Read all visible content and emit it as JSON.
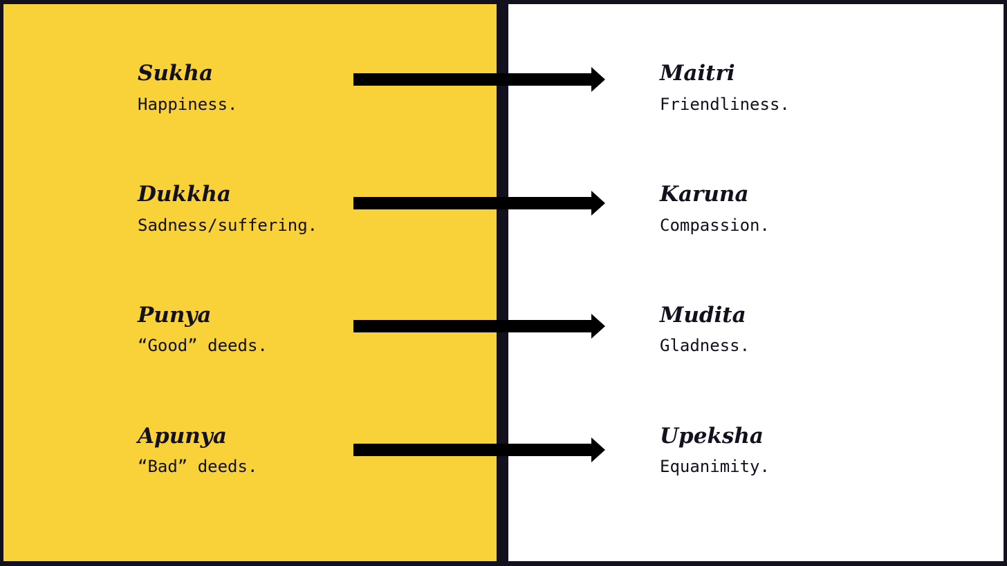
{
  "colors": {
    "frame": "#12111d",
    "left_panel": "#f9d138",
    "right_panel": "#ffffff",
    "text": "#12111d",
    "arrow": "#000000"
  },
  "rows": [
    {
      "left": {
        "term": "Sukha",
        "meaning": "Happiness."
      },
      "right": {
        "term": "Maitri",
        "meaning": "Friendliness."
      }
    },
    {
      "left": {
        "term": "Dukkha",
        "meaning": "Sadness/suffering."
      },
      "right": {
        "term": "Karuna",
        "meaning": "Compassion."
      }
    },
    {
      "left": {
        "term": "Punya",
        "meaning": "“Good” deeds."
      },
      "right": {
        "term": "Mudita",
        "meaning": "Gladness."
      }
    },
    {
      "left": {
        "term": "Apunya",
        "meaning": "“Bad” deeds."
      },
      "right": {
        "term": "Upeksha",
        "meaning": "Equanimity."
      }
    }
  ]
}
